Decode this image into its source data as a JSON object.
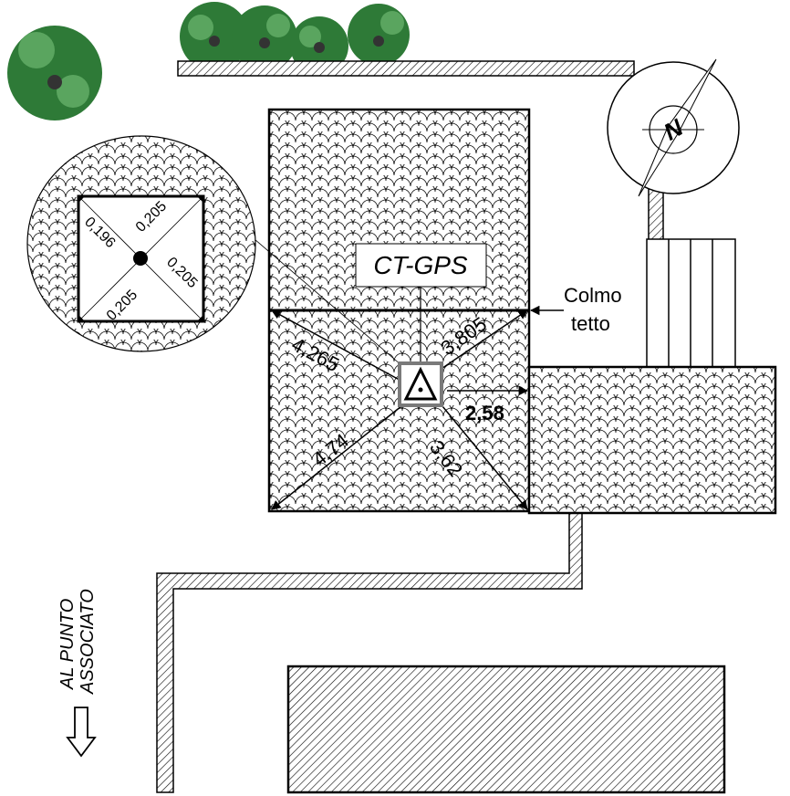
{
  "station_label": "CT-GPS",
  "ridge_label": {
    "line1": "Colmo",
    "line2": "tetto"
  },
  "direction_label": {
    "line1": "AL PUNTO",
    "line2": "ASSOCIATO"
  },
  "compass_letter": "N",
  "distances": {
    "top_left": "4,265",
    "top_right": "3,805",
    "right": "2,58",
    "bottom_left": "4,74",
    "bottom_right": "3,62"
  },
  "detail_distances": {
    "top_left": "0,196",
    "top_right": "0,205",
    "bottom_right": "0,205",
    "bottom_left": "0,205"
  },
  "colors": {
    "ink": "#000000",
    "roof_fill": "#e6e6e6",
    "tree_dark": "#1f5f2a",
    "tree_light": "#5aa55f",
    "marker": "#7a7a7a"
  }
}
